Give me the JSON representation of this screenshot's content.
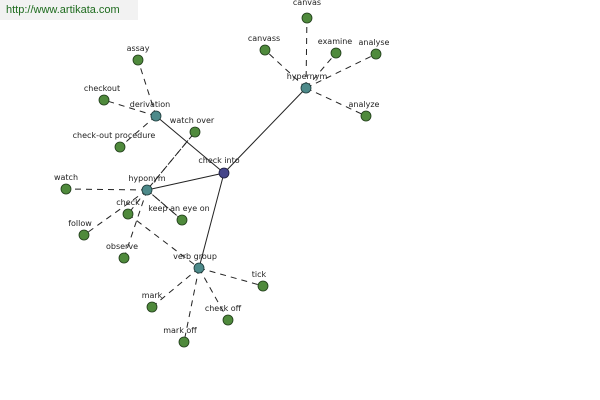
{
  "site_url": "http://www.artikata.com",
  "colors": {
    "root": "#45458a",
    "relation": "#4d8a8a",
    "word": "#4f8a3c",
    "edge": "#222222",
    "url_text": "#1e6b1e"
  },
  "graph": {
    "root": {
      "id": "root",
      "label": "check into"
    },
    "relations": [
      {
        "id": "hypernym",
        "label": "hypernym"
      },
      {
        "id": "derivation",
        "label": "derivation"
      },
      {
        "id": "hyponym",
        "label": "hyponym"
      },
      {
        "id": "verb_group",
        "label": "verb group"
      }
    ],
    "words": [
      {
        "id": "w_canvas",
        "label": "canvas",
        "relation": "hypernym"
      },
      {
        "id": "w_canvass",
        "label": "canvass",
        "relation": "hypernym"
      },
      {
        "id": "w_examine",
        "label": "examine",
        "relation": "hypernym"
      },
      {
        "id": "w_analyse",
        "label": "analyse",
        "relation": "hypernym"
      },
      {
        "id": "w_analyze",
        "label": "analyze",
        "relation": "hypernym"
      },
      {
        "id": "w_assay",
        "label": "assay",
        "relation": "derivation"
      },
      {
        "id": "w_checkout",
        "label": "checkout",
        "relation": "derivation"
      },
      {
        "id": "w_checkout_proc",
        "label": "check-out procedure",
        "relation": "derivation"
      },
      {
        "id": "w_watch_over",
        "label": "watch over",
        "relation": "hyponym"
      },
      {
        "id": "w_watch",
        "label": "watch",
        "relation": "hyponym"
      },
      {
        "id": "w_check",
        "label": "check",
        "relation": "hyponym"
      },
      {
        "id": "w_follow",
        "label": "follow",
        "relation": "hyponym"
      },
      {
        "id": "w_observe",
        "label": "observe",
        "relation": "hyponym"
      },
      {
        "id": "w_keep_eye",
        "label": "keep an eye on",
        "relation": "hyponym"
      },
      {
        "id": "w_tick",
        "label": "tick",
        "relation": "verb_group"
      },
      {
        "id": "w_mark",
        "label": "mark",
        "relation": "verb_group"
      },
      {
        "id": "w_check_off",
        "label": "check off",
        "relation": "verb_group"
      },
      {
        "id": "w_mark_off",
        "label": "mark off",
        "relation": "verb_group"
      }
    ]
  }
}
